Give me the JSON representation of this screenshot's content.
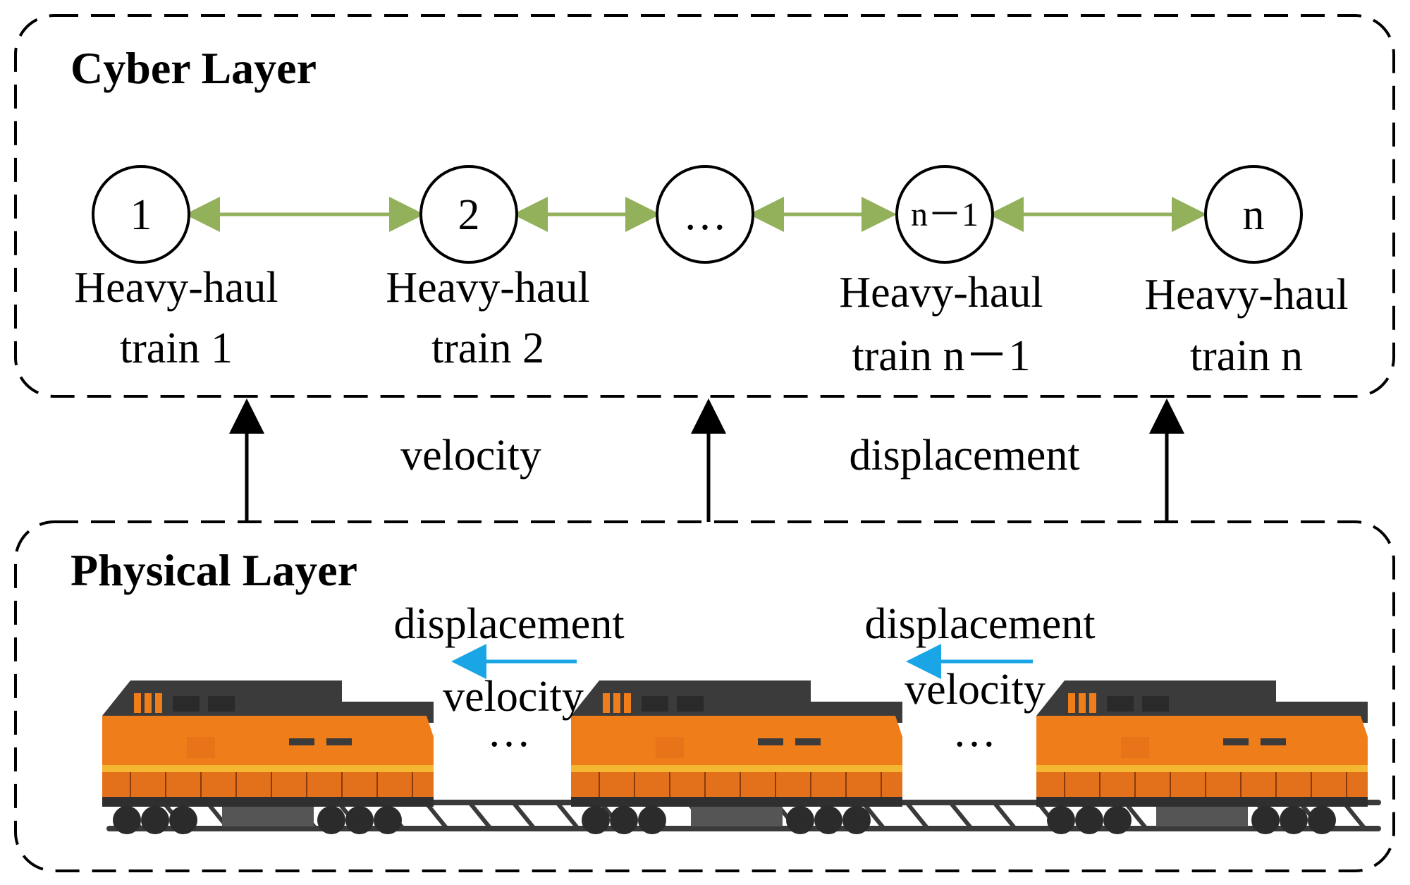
{
  "cyber_layer": {
    "title": "Cyber Layer",
    "nodes": [
      {
        "symbol": "1",
        "caption_line1": "Heavy-haul",
        "caption_line2": "train 1"
      },
      {
        "symbol": "2",
        "caption_line1": "Heavy-haul",
        "caption_line2": "train 2"
      },
      {
        "symbol": "…",
        "caption_line1": "",
        "caption_line2": ""
      },
      {
        "symbol": "n－1",
        "caption_line1": "Heavy-haul",
        "caption_line2": "train n－1"
      },
      {
        "symbol": "n",
        "caption_line1": "Heavy-haul",
        "caption_line2": "train n"
      }
    ],
    "link_color": "#93b15b"
  },
  "between_layers": {
    "label_left": "velocity",
    "label_right": "displacement"
  },
  "physical_layer": {
    "title": "Physical Layer",
    "gap_labels": [
      {
        "top": "displacement",
        "bottom": "velocity",
        "ellipsis": "…"
      },
      {
        "top": "displacement",
        "bottom": "velocity",
        "ellipsis": "…"
      }
    ],
    "arrow_color": "#1aa6e6",
    "train_count_shown": 3,
    "train_colors": {
      "body": "#ef7d1a",
      "body_dark": "#d9641a",
      "stripe": "#f4b731",
      "roof": "#3b3b3b",
      "wheels": "#2b2b2b"
    }
  }
}
